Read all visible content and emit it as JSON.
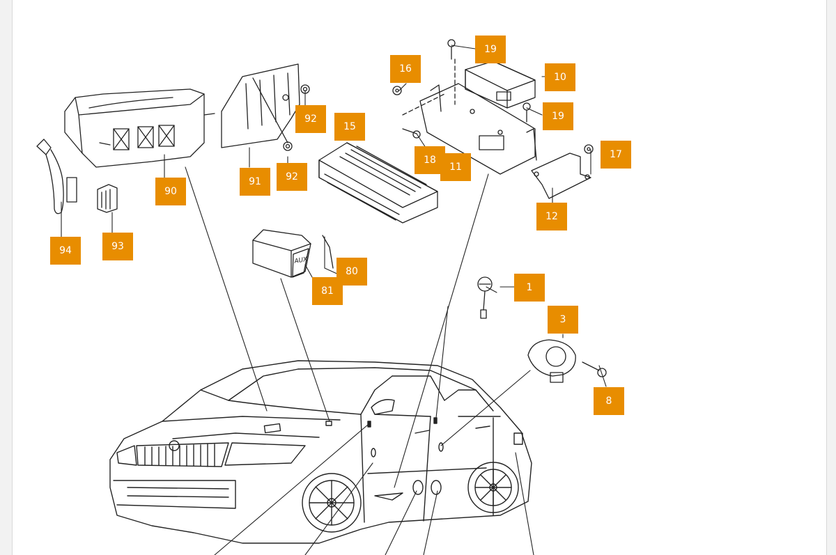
{
  "colors": {
    "callout_bg": "#e88d00",
    "callout_text": "#ffffff",
    "line": "#222222",
    "page_bg": "#ffffff"
  },
  "part_labels": {
    "aux": "AUX"
  },
  "callouts": [
    "19",
    "16",
    "10",
    "19",
    "15",
    "92",
    "17",
    "18",
    "11",
    "92",
    "91",
    "90",
    "12",
    "94",
    "93",
    "80",
    "81",
    "1",
    "3",
    "8"
  ]
}
